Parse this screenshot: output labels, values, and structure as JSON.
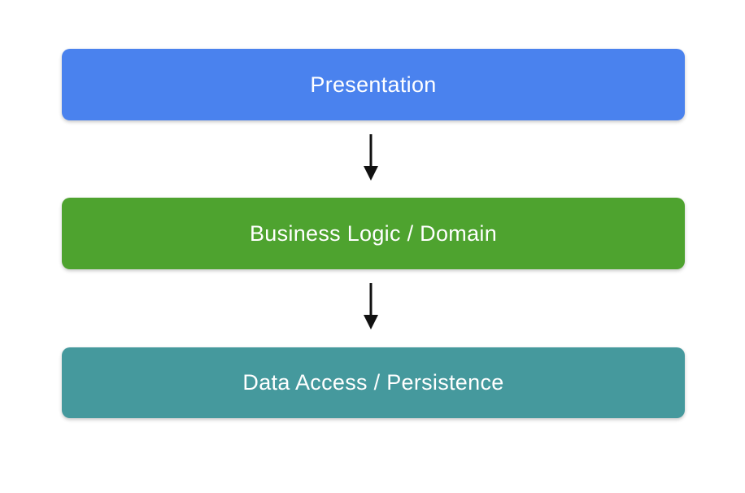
{
  "diagram": {
    "type": "layered-architecture-flow",
    "background_color": "#ffffff",
    "text_color": "#ffffff",
    "arrow_color": "#111111",
    "layers": [
      {
        "id": "presentation",
        "label": "Presentation",
        "color": "#4A82EE"
      },
      {
        "id": "business-logic",
        "label": "Business Logic / Domain",
        "color": "#4EA32F"
      },
      {
        "id": "data-access",
        "label": "Data Access / Persistence",
        "color": "#45999D"
      }
    ],
    "connections": [
      {
        "from": "presentation",
        "to": "business-logic",
        "style": "arrow-down"
      },
      {
        "from": "business-logic",
        "to": "data-access",
        "style": "arrow-down"
      }
    ]
  }
}
